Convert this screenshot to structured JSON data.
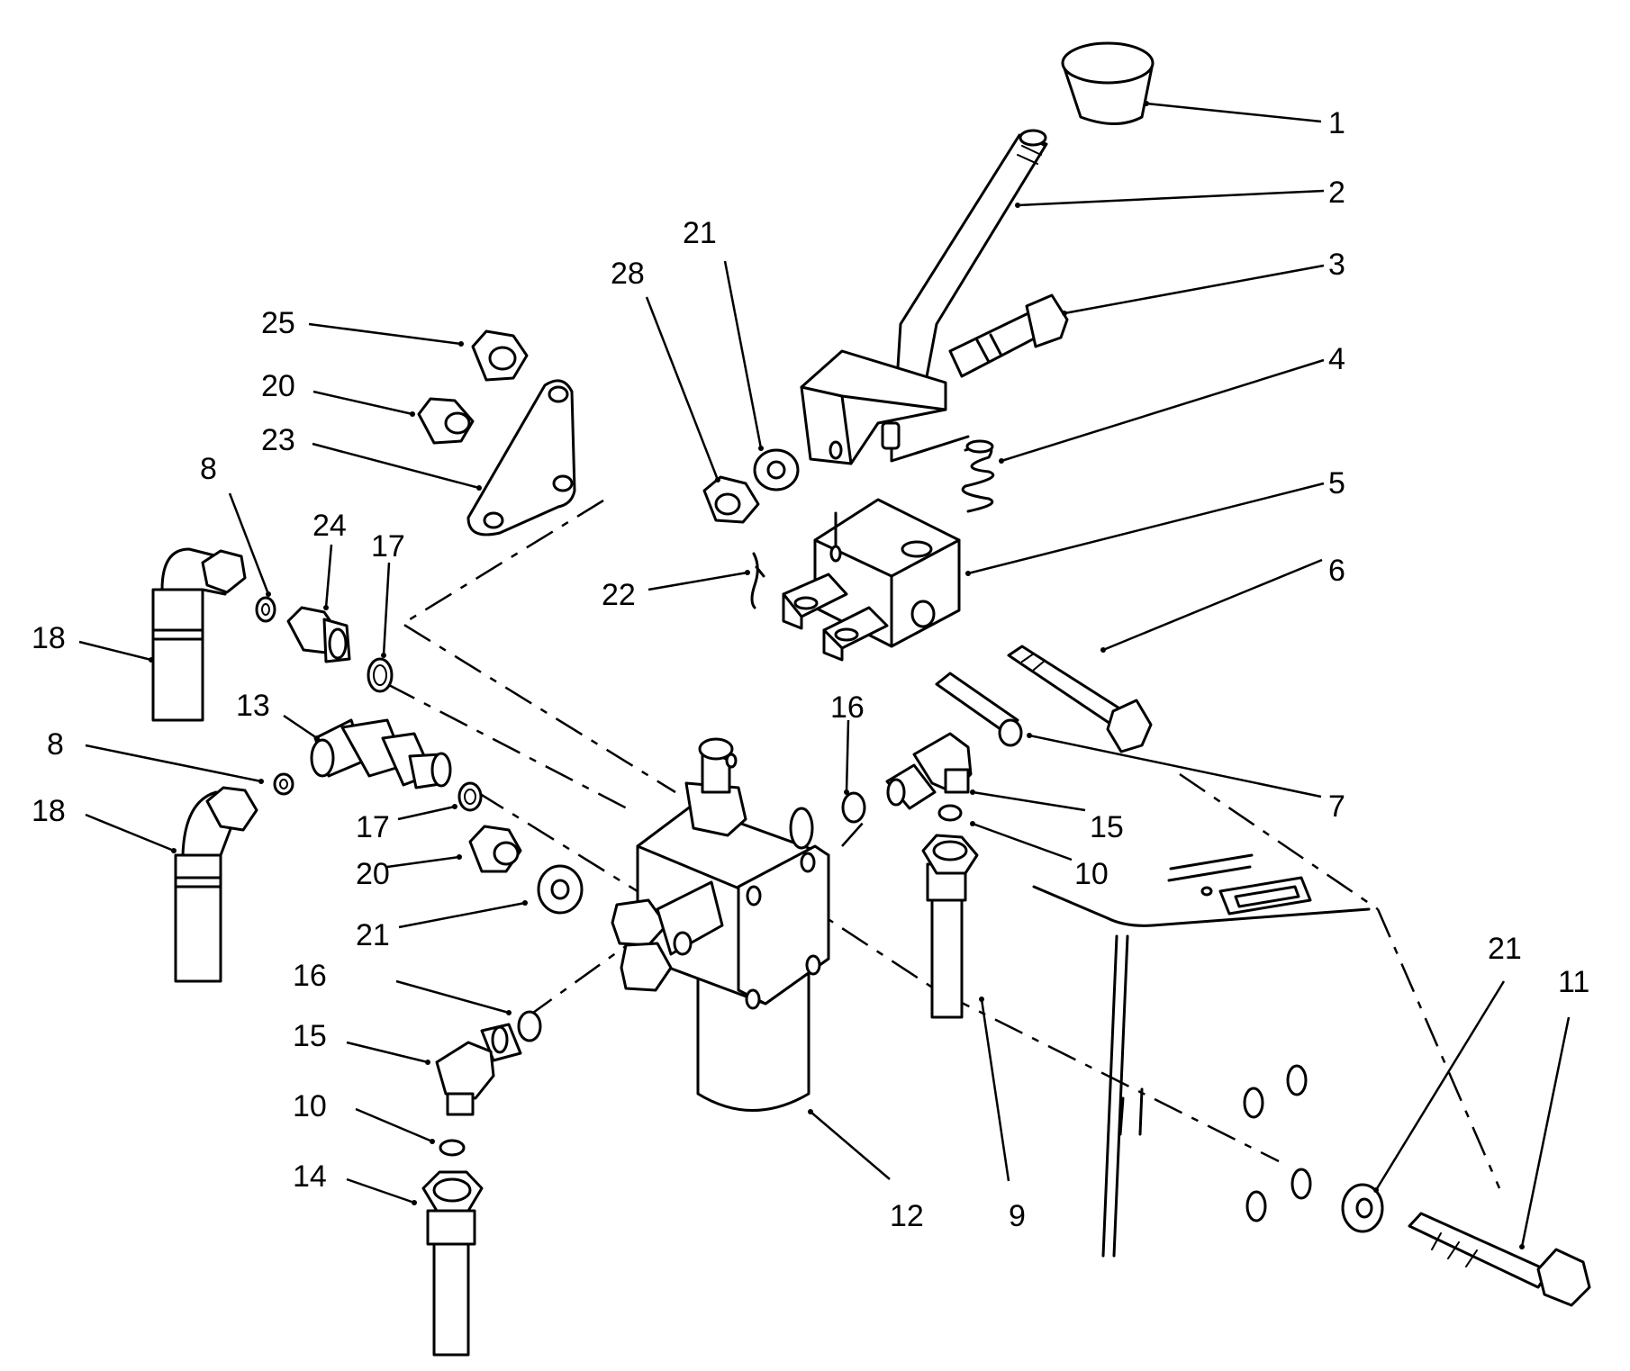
{
  "colors": {
    "ink": "#000000",
    "paper": "#ffffff"
  },
  "callouts": {
    "c1": "1",
    "c2": "2",
    "c3": "3",
    "c4": "4",
    "c5": "5",
    "c6": "6",
    "c7": "7",
    "c8a": "8",
    "c8b": "8",
    "c9": "9",
    "c10a": "10",
    "c10b": "10",
    "c11": "11",
    "c12": "12",
    "c13": "13",
    "c14": "14",
    "c15a": "15",
    "c15b": "15",
    "c16a": "16",
    "c16b": "16",
    "c17a": "17",
    "c17b": "17",
    "c18a": "18",
    "c18b": "18",
    "c20a": "20",
    "c20b": "20",
    "c21a": "21",
    "c21b": "21",
    "c21c": "21",
    "c22": "22",
    "c23": "23",
    "c24": "24",
    "c25": "25",
    "c28": "28"
  }
}
